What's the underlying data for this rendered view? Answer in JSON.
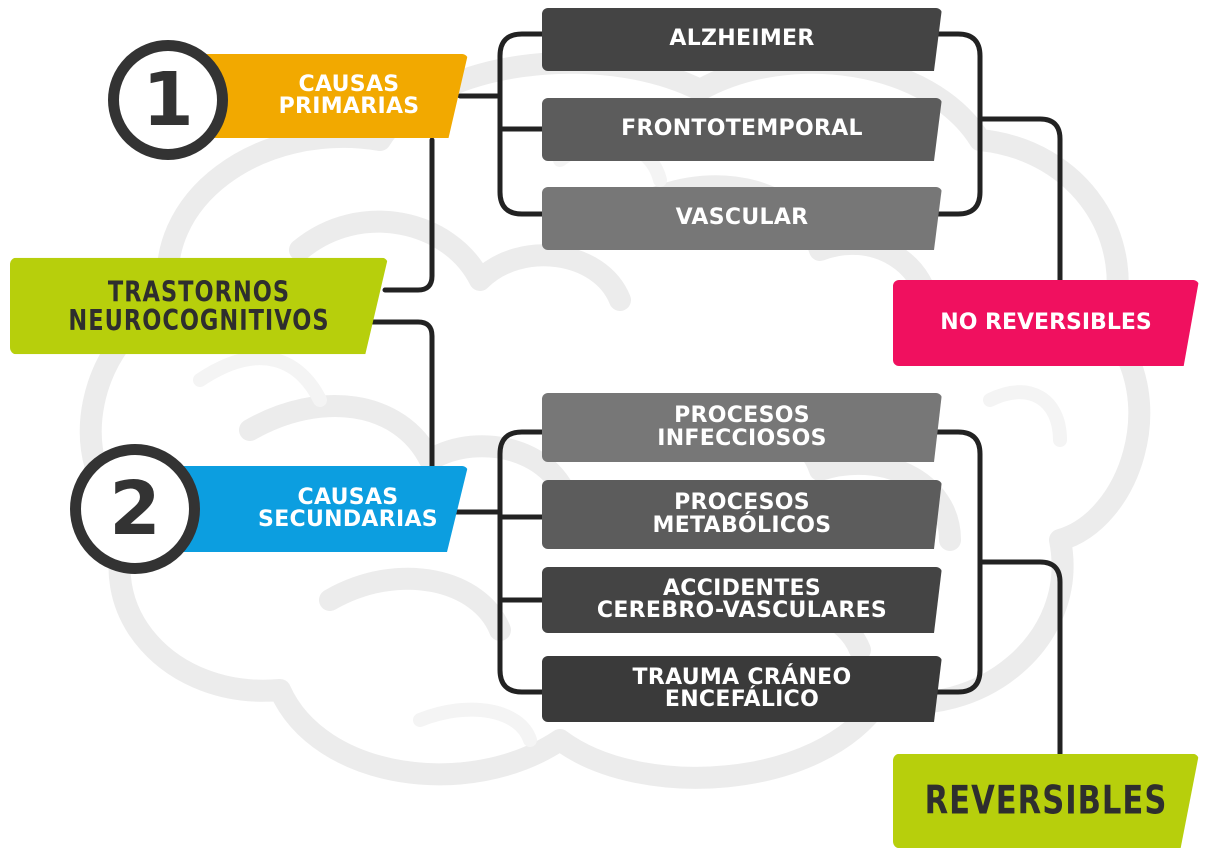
{
  "root": {
    "label": "TRASTORNOS\nNEUROCOGNITIVOS",
    "color": "#b7cf0c"
  },
  "causes": [
    {
      "number": "1",
      "label": "CAUSAS\nPRIMARIAS",
      "color": "#f2a900"
    },
    {
      "number": "2",
      "label": "CAUSAS\nSECUNDARIAS",
      "color": "#0c9ee0"
    }
  ],
  "primary_items": [
    "ALZHEIMER",
    "FRONTOTEMPORAL",
    "VASCULAR"
  ],
  "secondary_items": [
    "PROCESOS\nINFECCIOSOS",
    "PROCESOS\nMETABÓLICOS",
    "ACCIDENTES\nCEREBRO-VASCULARES",
    "TRAUMA CRÁNEO\nENCEFÁLICO"
  ],
  "outcomes": {
    "no_reversible": {
      "label": "NO REVERSIBLES",
      "color": "#f0105f"
    },
    "reversible": {
      "label": "REVERSIBLES",
      "color": "#b7cf0c"
    }
  },
  "colors": {
    "line": "#222222",
    "item_dark": "#444444",
    "item_mid": "#5c5c5c",
    "item_light": "#777777"
  }
}
